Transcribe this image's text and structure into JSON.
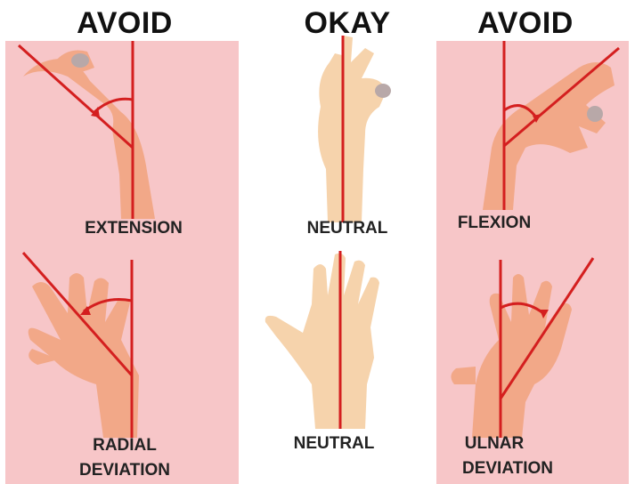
{
  "headers": {
    "left": "AVOID",
    "center": "OKAY",
    "right": "AVOID"
  },
  "labels": {
    "extension": "EXTENSION",
    "neutral_top": "NEUTRAL",
    "flexion": "FLEXION",
    "radial_line1": "RADIAL",
    "radial_line2": "DEVIATION",
    "neutral_bottom": "NEUTRAL",
    "ulnar_line1": "ULNAR",
    "ulnar_line2": "DEVIATION"
  },
  "colors": {
    "panel_bg": "#f7c6c8",
    "skin_dark": "#f2a888",
    "skin_light": "#f6d3ac",
    "line": "#d41f1f",
    "nail": "#b8a8a8"
  }
}
